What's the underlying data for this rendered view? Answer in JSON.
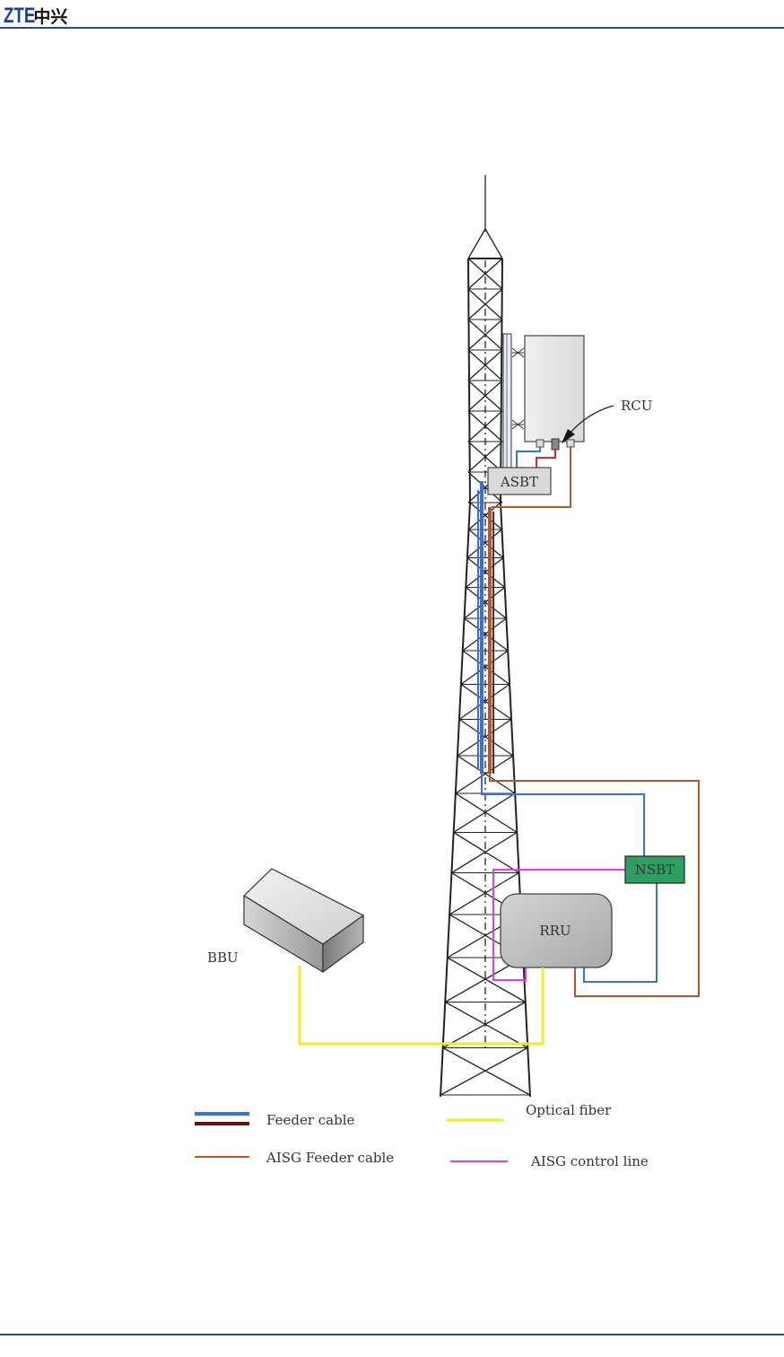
{
  "header": {
    "logo_latin": "ZTE",
    "logo_cjk": "中兴",
    "rule_color": "#1f4e8c",
    "logo_color": "#1c3f94"
  },
  "diagram": {
    "components": {
      "rcu": "RCU",
      "asbt": "ASBT",
      "nsbt": "NSBT",
      "rru": "RRU",
      "bbu": "BBU"
    },
    "legend": {
      "feeder_cable": "Feeder cable",
      "aisg_feeder_cable": "AISG Feeder cable",
      "optical_fiber": "Optical fiber",
      "aisg_control_line": "AISG control line"
    },
    "colors": {
      "feeder_blue": "#3a6fe0",
      "feeder_dark": "#6b1010",
      "aisg_feeder": "#b5562a",
      "optical_fiber": "#f2ea2a",
      "aisg_control": "#e040e0",
      "nsbt_fill": "#2e9e62"
    }
  }
}
